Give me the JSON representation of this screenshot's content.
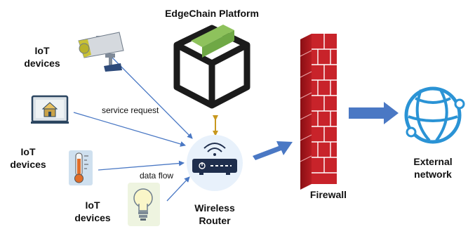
{
  "title": "EdgeChain Platform",
  "iot_groups": [
    {
      "line1": "IoT",
      "line2": "devices"
    },
    {
      "line1": "IoT",
      "line2": "devices"
    },
    {
      "line1": "IoT",
      "line2": "devices"
    }
  ],
  "edges": {
    "service_request": "service request",
    "data_flow": "data flow"
  },
  "router": {
    "line1": "Wireless",
    "line2": "Router"
  },
  "firewall": "Firewall",
  "external": {
    "line1": "External",
    "line2": "network"
  },
  "icons": [
    "camera-icon",
    "home-monitor-icon",
    "thermometer-icon",
    "lightbulb-icon",
    "box-icon",
    "router-icon",
    "firewall-icon",
    "globe-icon"
  ],
  "colors": {
    "arrow_blue": "#4a78c4",
    "arrow_gold": "#c8981e",
    "box_green": "#8ec25c",
    "brick_red": "#c8232a",
    "globe_blue": "#2a93d5",
    "router_navy": "#1f2e4d"
  }
}
